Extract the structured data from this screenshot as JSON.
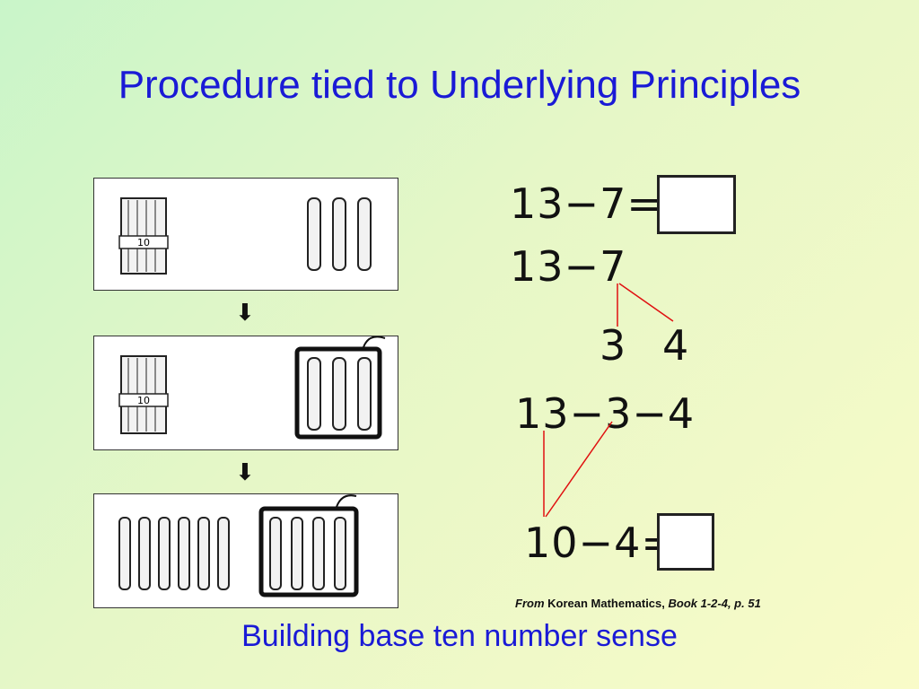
{
  "slide": {
    "title": "Procedure tied to Underlying Principles",
    "subtitle": "Building base ten number sense",
    "citation_from": "From",
    "citation_source": " Korean Mathematics, ",
    "citation_book": "Book 1-2-4, p. 51"
  },
  "bundle_label": "10",
  "equations": {
    "eq1": "13−7=",
    "eq2": "13−7",
    "split_a": "3",
    "split_b": "4",
    "eq3": "13−3−4",
    "eq4": "10−4="
  },
  "colors": {
    "title": "#1a1ad6",
    "split_line": "#e01010"
  }
}
